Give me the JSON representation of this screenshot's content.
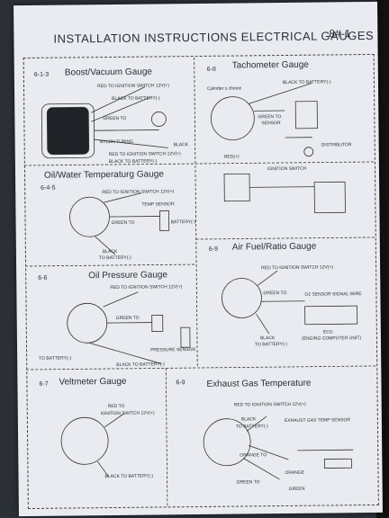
{
  "header": {
    "title": "INSTALLATION INSTRUCTIONS ELECTRICAL GAUGES",
    "code": "8#-1"
  },
  "boost": {
    "num": "6-1-3",
    "title": "Boost/Vacuum Gauge",
    "red": "RED TO IGNITION SWITCH 12V(+)",
    "black": "BLACK  TO BATTERY(-)",
    "green": "GREEN TO",
    "nylon": "NYLON TUBING",
    "red2": "RED  TO IGNITION SWITCH 12V(+)",
    "black2": "BLACK  TO BATTERY(-)",
    "black3": "BLACK"
  },
  "tach": {
    "num": "6-8",
    "title": "Tachometer Gauge",
    "cyl": "Cylinder s choice",
    "black": "BLACK  TO BATTERY(-)",
    "green": "GREEN TO",
    "sensor": "SENSOR",
    "dist": "DISTRIBUTOR",
    "red": "RED(+)",
    "ign": "IGNITION SWITCH"
  },
  "oilwater": {
    "num": "6-4-5",
    "title": "Oil/Water Temperaturg Gauge",
    "red": "RED TO IGNITION SWITCH 12V(+)",
    "temp": "TEMP SENSOR",
    "green": "GREEN TO",
    "battery": "BATTERY(-)",
    "black": "BLACK",
    "tobat": "TO BATTERY(-)"
  },
  "afr": {
    "num": "6-9",
    "title": "Air Fuel/Ratio Gauge",
    "red": "RED  TO IGNITION SWITCH 12V(+)",
    "green": "GREEN TO",
    "o2": "O2 SENSOR SIGNAL WIRE",
    "black": "BLACK",
    "tobat": "TO BATTERY(-)",
    "ecu": "ECU",
    "ecu2": "(ENGING COMPUTER UNIT)"
  },
  "oilp": {
    "num": "6-6",
    "title": "Oil Pressure Gauge",
    "red": "RED TO IGNITION SWITCH 12V(+)",
    "green": "GREEN TO",
    "tobat": "TO BATTERY(-)",
    "ps": "PRESSURE SENSOR",
    "black": "BLACK TO BATTERY(-)"
  },
  "volt": {
    "num": "6-7",
    "title": "Veltmeter Gauge",
    "red": "RED  TO",
    "ign": "IGNITION SWITCH 12V(+)",
    "black": "BLACK  TO BATTERY(-)"
  },
  "egt": {
    "num": "6-9",
    "title": "Exhaust Gas Temperature",
    "red": "RED  TO IGNITION SWITCH 12V(+)",
    "black": "BLACK",
    "tobat": "TO BATTERY(-)",
    "egts": "EXHAUST GAS TEMP SENSOR",
    "orange": "ORANGE TO",
    "orange2": "ORANGE",
    "green": "GREEN TO",
    "green2": "GREEN"
  }
}
